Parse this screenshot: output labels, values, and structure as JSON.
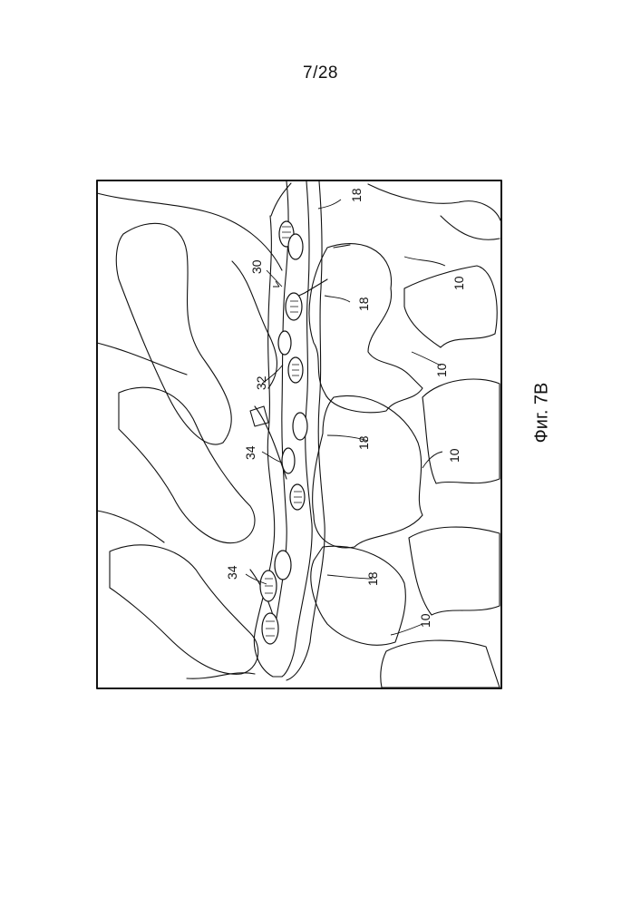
{
  "page": {
    "page_number": "7/28",
    "figure_caption": "Фиг. 7В"
  },
  "figure": {
    "callouts": [
      {
        "id": "c18a",
        "text": "18"
      },
      {
        "id": "c10a",
        "text": "10"
      },
      {
        "id": "c30",
        "text": "30"
      },
      {
        "id": "c18b",
        "text": "18"
      },
      {
        "id": "c32",
        "text": "32"
      },
      {
        "id": "c10b",
        "text": "10"
      },
      {
        "id": "c34a",
        "text": "34"
      },
      {
        "id": "c18c",
        "text": "18"
      },
      {
        "id": "c10c",
        "text": "10"
      },
      {
        "id": "c34b",
        "text": "34"
      },
      {
        "id": "c18d",
        "text": "18"
      },
      {
        "id": "c10d",
        "text": "10"
      }
    ]
  }
}
